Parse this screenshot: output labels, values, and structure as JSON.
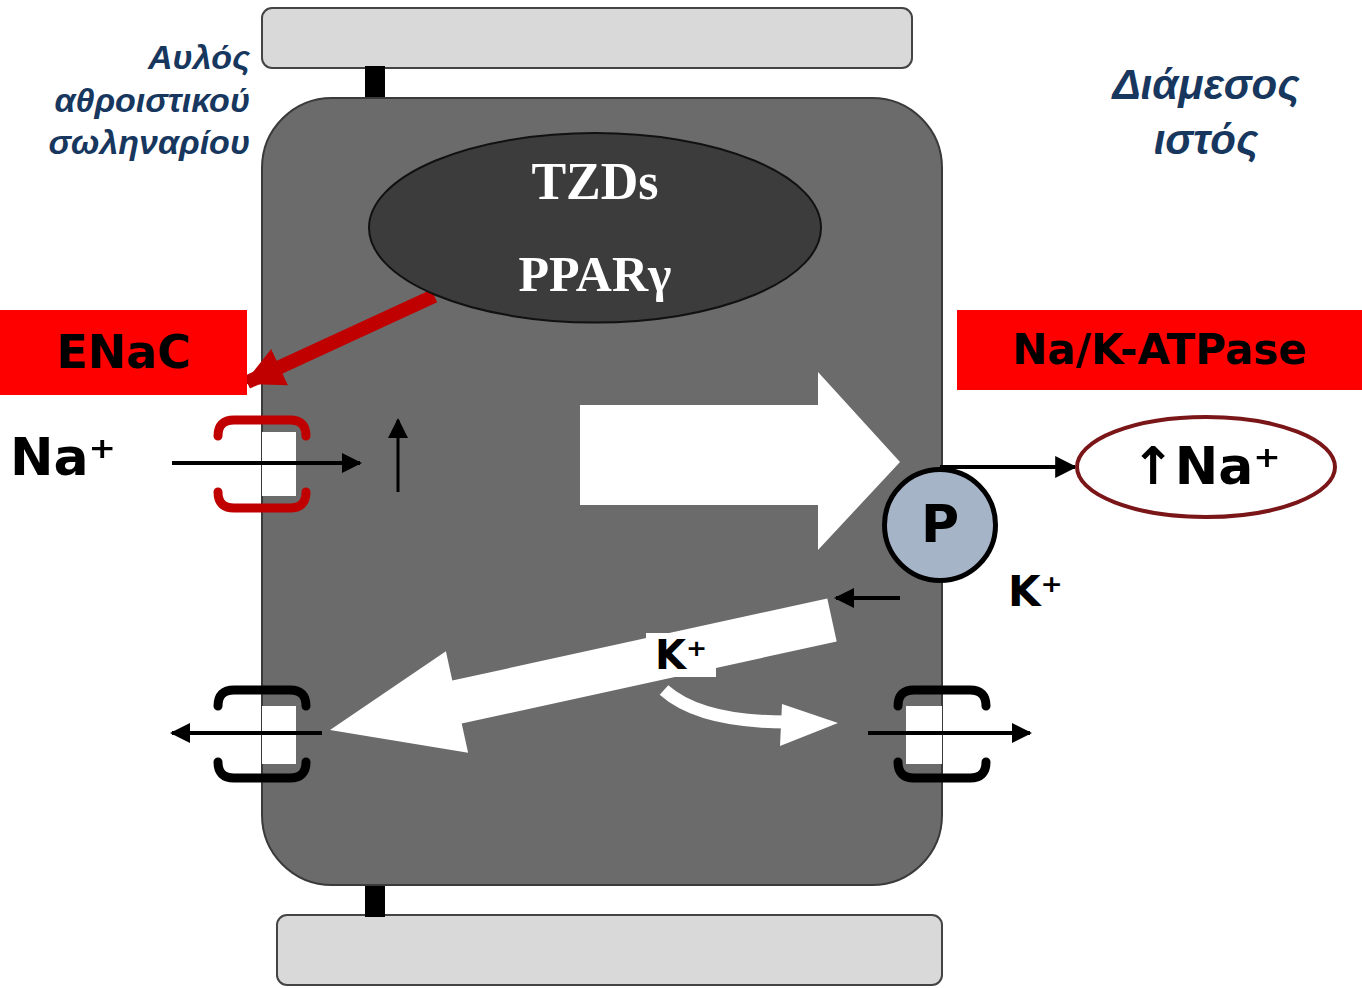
{
  "diagram": {
    "nodes": [
      {
        "text": [
          "TZDs",
          "PPARγ"
        ]
      },
      {
        "text": [
          "ENaC"
        ]
      },
      {
        "text": [
          "Na/K-ATPase"
        ]
      },
      {
        "text": [
          "↑Na⁺"
        ]
      },
      {
        "text": [
          "P"
        ]
      }
    ],
    "edges": [
      {
        "from": 0,
        "to": 1,
        "arrow": "to"
      },
      {
        "from": 4,
        "to": 3,
        "arrow": "to"
      }
    ],
    "labels": [
      "Αυλός αθροιστικού σωληναρίου",
      "Διάμεσος ιστός",
      "Na⁺",
      "K⁺",
      "K⁺"
    ]
  }
}
